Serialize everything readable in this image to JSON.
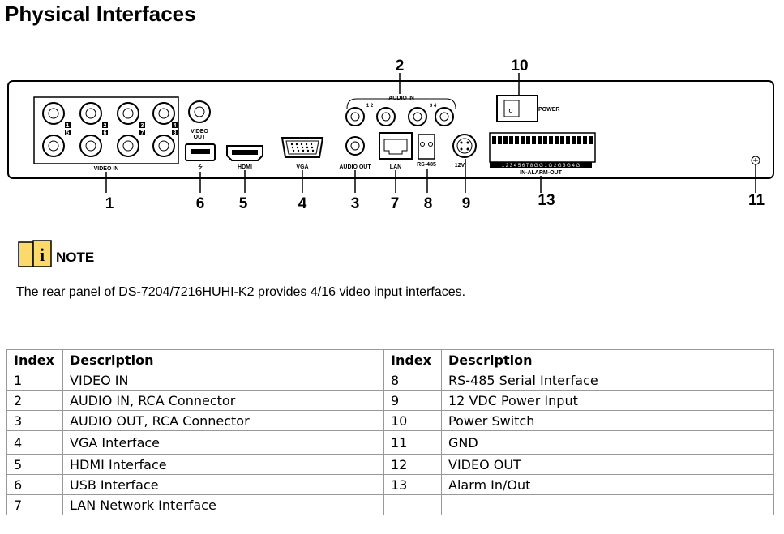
{
  "title": "Physical Interfaces",
  "panel": {
    "labels": {
      "video_in": "VIDEO IN",
      "video_out": "VIDEO\nOUT",
      "hdmi": "HDMI",
      "vga": "VGA",
      "audio_out": "AUDIO OUT",
      "audio_in": "AUDIO IN",
      "lan": "LAN",
      "rs485": "RS-485",
      "power_12v": "12V",
      "power": "POWER",
      "alarm": "IN-ALARM-OUT",
      "alarm_pins": "1 2 3 4 5 6 7 8 G G 1 G 2 G 3 G 4 G",
      "audio_in_ch_a": "1 2",
      "audio_in_ch_b": "3 4",
      "bnc_ch": [
        "1",
        "2",
        "3",
        "4",
        "5",
        "6",
        "7",
        "8"
      ]
    },
    "callouts": [
      "1",
      "2",
      "3",
      "4",
      "5",
      "6",
      "7",
      "8",
      "9",
      "10",
      "11",
      "13"
    ]
  },
  "note": {
    "label": "NOTE",
    "text": "The rear panel of DS-7204/7216HUHI-K2 provides 4/16 video input interfaces."
  },
  "table": {
    "headers": [
      "Index",
      "Description",
      "Index",
      "Description"
    ],
    "rows": [
      [
        "1",
        "VIDEO IN",
        "8",
        "RS-485 Serial Interface"
      ],
      [
        "2",
        "AUDIO IN, RCA Connector",
        "9",
        "12 VDC Power Input"
      ],
      [
        "3",
        "AUDIO OUT, RCA Connector",
        "10",
        "Power Switch"
      ],
      [
        "4",
        "VGA Interface",
        "11",
        "GND"
      ],
      [
        "5",
        "HDMI Interface",
        "12",
        "VIDEO OUT"
      ],
      [
        "6",
        "USB Interface",
        "13",
        "Alarm In/Out"
      ],
      [
        "7",
        "LAN Network Interface",
        "",
        ""
      ]
    ]
  }
}
